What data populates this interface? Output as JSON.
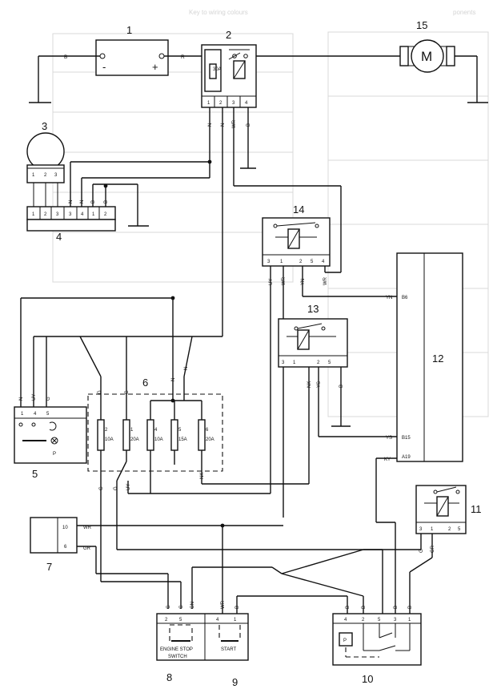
{
  "ghost": {
    "heading_left": "ponents",
    "heading_right": "Key to wiring colours"
  },
  "components": {
    "c1": "1",
    "c2": "2",
    "c3": "3",
    "c4": "4",
    "c5": "5",
    "c6": "6",
    "c7": "7",
    "c8": "8",
    "c9": "9",
    "c10": "10",
    "c11": "11",
    "c12": "12",
    "c13": "13",
    "c14": "14",
    "c15": "15"
  },
  "battery": {
    "minus": "-",
    "plus": "+",
    "wire_left": "B",
    "wire_right": "R"
  },
  "relay2": {
    "fuse": "30A",
    "pins": [
      "1",
      "2",
      "3",
      "4"
    ],
    "wires": [
      "N",
      "N",
      "WR",
      "B"
    ]
  },
  "motor": {
    "label": "M"
  },
  "unit4": {
    "top_pins": [
      "1",
      "2",
      "3"
    ],
    "pins": [
      "1",
      "2",
      "3",
      "3",
      "4",
      "1",
      "2"
    ],
    "wires": [
      "N",
      "N",
      "B",
      "B"
    ]
  },
  "relay14": {
    "pins": [
      "3",
      "1",
      "2",
      "5",
      "4"
    ],
    "wires": [
      "UY",
      "WR",
      "YN",
      "WR"
    ]
  },
  "relay13": {
    "pins": [
      "3",
      "1",
      "2",
      "5"
    ],
    "wires": [
      "NK",
      "YS",
      "B"
    ]
  },
  "relay11": {
    "pins": [
      "3",
      "1",
      "2",
      "5"
    ],
    "wires": [
      "G",
      "GR"
    ]
  },
  "ecu12": {
    "pins": [
      "B6",
      "B15",
      "A19"
    ],
    "wires": [
      "YN",
      "YS",
      "KY"
    ]
  },
  "switch5": {
    "pins": [
      "1",
      "4",
      "5"
    ],
    "wires": [
      "N",
      "UY",
      "G"
    ],
    "letter": "P"
  },
  "fusebox6": {
    "fuses": [
      {
        "num": "2",
        "rating": "10A"
      },
      {
        "num": "1",
        "rating": "20A"
      },
      {
        "num": "4",
        "rating": "10A"
      },
      {
        "num": "5",
        "rating": "15A"
      },
      {
        "num": "6",
        "rating": "20A"
      }
    ],
    "top_wires": [
      "G",
      "G",
      "N",
      "N"
    ],
    "bottom_wires": [
      "G",
      "G",
      "UY",
      "NK"
    ]
  },
  "unit7": {
    "pins": [
      "10",
      "6"
    ],
    "wires": [
      "WR",
      "GR"
    ]
  },
  "switch8_9": {
    "pins": [
      "2",
      "5",
      "4",
      "1"
    ],
    "wires": [
      "G",
      "G",
      "GN",
      "WR",
      "B"
    ],
    "stop_label_line1": "ENGINE STOP",
    "stop_label_line2": "SWITCH",
    "start_label": "START"
  },
  "switch10": {
    "pins": [
      "4",
      "2",
      "5",
      "3",
      "1"
    ],
    "wires": [
      "B",
      "B",
      "B",
      "B"
    ],
    "symbol": "P"
  }
}
